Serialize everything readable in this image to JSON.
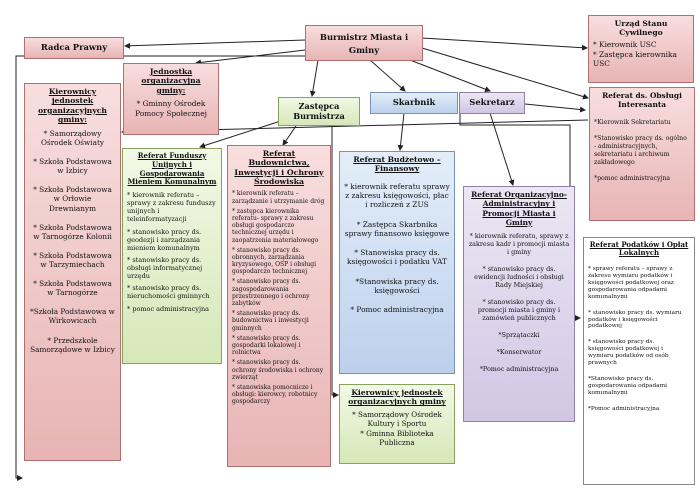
{
  "burmistrz": "Burmistrz Miasta i Gminy",
  "radca": "Radca Prawny",
  "usc": {
    "title": "Urząd Stanu Cywilnego",
    "items": [
      "* Kierownik USC",
      "* Zastępca kierownika USC"
    ]
  },
  "zastepca": "Zastępca Burmistrza",
  "skarbnik": "Skarbnik",
  "sekretarz": "Sekretarz",
  "jednostka_org": {
    "title": "Jednostka organizacyjna gminy:",
    "items": [
      "* Gminny Ośrodek Pomocy Społecznej"
    ]
  },
  "kierownicy_jedn": {
    "title": "Kierownicy jednostek organizacyjnych gminy:",
    "items": [
      "* Samorządowy Ośrodek Oświaty",
      "* Szkoła Podstawowa w Izbicy",
      "* Szkoła Podstawowa w Orłowie Drewnianym",
      "* Szkoła Podstawowa w Tarnogórze Kolonii",
      "* Szkoła Podstawowa w Tarzymiechach",
      "* Szkoła Podstawowa w Tarnogórze",
      "*Szkoła Podstawowa w Wirkowicach",
      "* Przedszkole Samorządowe w Izbicy"
    ]
  },
  "ref_funduszy": {
    "title": "Referat Funduszy Unijnych i Gospodarowania Mieniem Komunalnym",
    "items": [
      "* kierownik referatu – sprawy z zakresu funduszy unijnych i teleinformatyzacji",
      "* stanowisko pracy ds. geodezji i zarządzania mieniem komunalnym",
      "* stanowisko pracy ds. obsługi informatycznej urzędu",
      "* stanowisko pracy ds. nieruchomości gminnych",
      "* pomoc administracyjna"
    ]
  },
  "ref_budownictwa": {
    "title": "Referat Budownictwa, Inwestycji i Ochrony Środowiska",
    "items": [
      "* kierownik referatu – zarządzanie i utrzymanie dróg",
      "* zastępca kierownika referatu- sprawy z zakresu obsługi gospodarczo technicznej urzędu i zaopatrzenia materiałowego",
      "* stanowisko pracy ds. obronnych, zarządzania kryzysowego, OSP i obsługi gospodarczo technicznej",
      "* stanowisko pracy ds. zagospodarowania przestrzennego i ochrony zabytków",
      "* stanowisko pracy ds. budownictwa i inwestycji gminnych",
      "* stanowisko pracy ds. gospodarki lokalowej i rolnictwa",
      "* stanowisko pracy ds. ochrony środowiska i ochrony zwierząt",
      "* stanowiska pomocnicze i obsługi: kierowcy, robotnicy gospodarczy"
    ]
  },
  "ref_budzetowo": {
    "title": "Referat Budżetowo – Finansowy",
    "items": [
      "* kierownik referatu sprawy z zakresu księgowości, płac i rozliczeń z ZUS",
      "* Zastępca Skarbnika sprawy finansowo księgowe",
      "* Stanowiska pracy ds. księgowości i podatku VAT",
      "*Stanowiska pracy ds. księgowości",
      "* Pomoc administracyjna"
    ]
  },
  "kierownicy_jedn2": {
    "title": "Kierownicy jednostek organizacyjnych gminy",
    "items": [
      "* Samorządowy Ośrodek Kultury i Sportu",
      "* Gminna Biblioteka Publiczna"
    ]
  },
  "ref_organizacyjno": {
    "title": "Referat Organizacyjno-Administracyjny i Promocji Miasta i Gminy",
    "items": [
      "* kierownik referatu, sprawy z zakresu kadr i promocji miasta i gminy",
      "* stanowisko pracy ds. ewidencji ludności i obsługi Rady Miejskiej",
      "* stanowisko pracy ds. promocji miasta i gminy i zamówień publicznych",
      "*Sprzątaczki",
      "*Konserwator",
      "*Pomoc administracyjna"
    ]
  },
  "ref_obslugi": {
    "title": "Referat ds. Obsługi Interesanta",
    "items": [
      "*Kierownik Sekretariatu",
      "*Stanowisko pracy ds. ogólno - administracyjnych, sekretariatu i archiwum zakładowego",
      "*pomoc administracyjna"
    ]
  },
  "ref_podatkow": {
    "title": "Referat Podatków i Opłat Lokalnych",
    "items": [
      "* sprawy referatu – sprawy z zakresu wymiaru podatków i księgowości podatkowej oraz gospodarowania odpadami komunalnymi",
      "* stanowisko pracy ds. wymiaru podatków i księgowości podatkowej",
      "* stanowisko pracy ds. księgowości podatkowej i wymiaru podatków od osób prawnych",
      "*Stanowisko pracy ds. gospodarowania odpadami komunalnymi",
      "*Pomoc administracyjna"
    ]
  }
}
